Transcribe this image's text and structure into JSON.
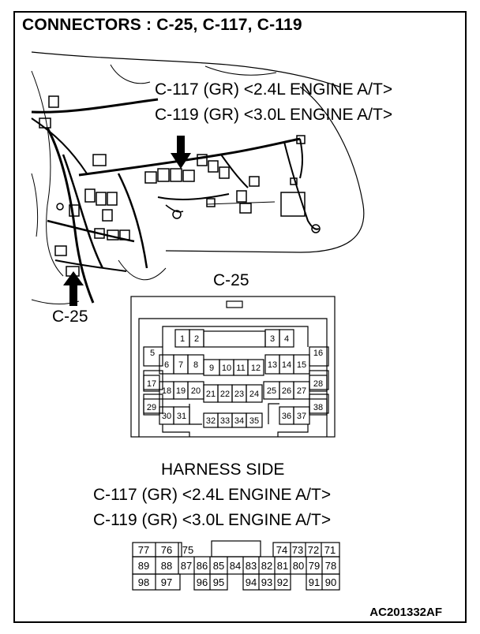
{
  "title": "CONNECTORS : C-25, C-117, C-119",
  "callouts": {
    "c117_engine": "C-117 (GR) <2.4L ENGINE A/T>",
    "c119_engine": "C-119 (GR) <3.0L ENGINE A/T>",
    "c25_arrow": "C-25"
  },
  "c25_connector": {
    "label": "C-25",
    "pins": {
      "p1": "1",
      "p2": "2",
      "p3": "3",
      "p4": "4",
      "p5": "5",
      "p6": "6",
      "p7": "7",
      "p8": "8",
      "p9": "9",
      "p10": "10",
      "p11": "11",
      "p12": "12",
      "p13": "13",
      "p14": "14",
      "p15": "15",
      "p16": "16",
      "p17": "17",
      "p18": "18",
      "p19": "19",
      "p20": "20",
      "p21": "21",
      "p22": "22",
      "p23": "23",
      "p24": "24",
      "p25": "25",
      "p26": "26",
      "p27": "27",
      "p28": "28",
      "p29": "29",
      "p30": "30",
      "p31": "31",
      "p32": "32",
      "p33": "33",
      "p34": "34",
      "p35": "35",
      "p36": "36",
      "p37": "37",
      "p38": "38"
    }
  },
  "harness_side": {
    "label": "HARNESS SIDE",
    "line1": "C-117 (GR) <2.4L ENGINE A/T>",
    "line2": "C-119 (GR) <3.0L ENGINE A/T>"
  },
  "c117_connector": {
    "pins": {
      "p77": "77",
      "p76": "76",
      "p75": "75",
      "p74": "74",
      "p73": "73",
      "p72": "72",
      "p71": "71",
      "p89": "89",
      "p88": "88",
      "p87": "87",
      "p86": "86",
      "p85": "85",
      "p84": "84",
      "p83": "83",
      "p82": "82",
      "p81": "81",
      "p80": "80",
      "p79": "79",
      "p78": "78",
      "p98": "98",
      "p97": "97",
      "p96": "96",
      "p95": "95",
      "p94": "94",
      "p93": "93",
      "p92": "92",
      "p91": "91",
      "p90": "90"
    }
  },
  "figure_code": "AC201332AF"
}
